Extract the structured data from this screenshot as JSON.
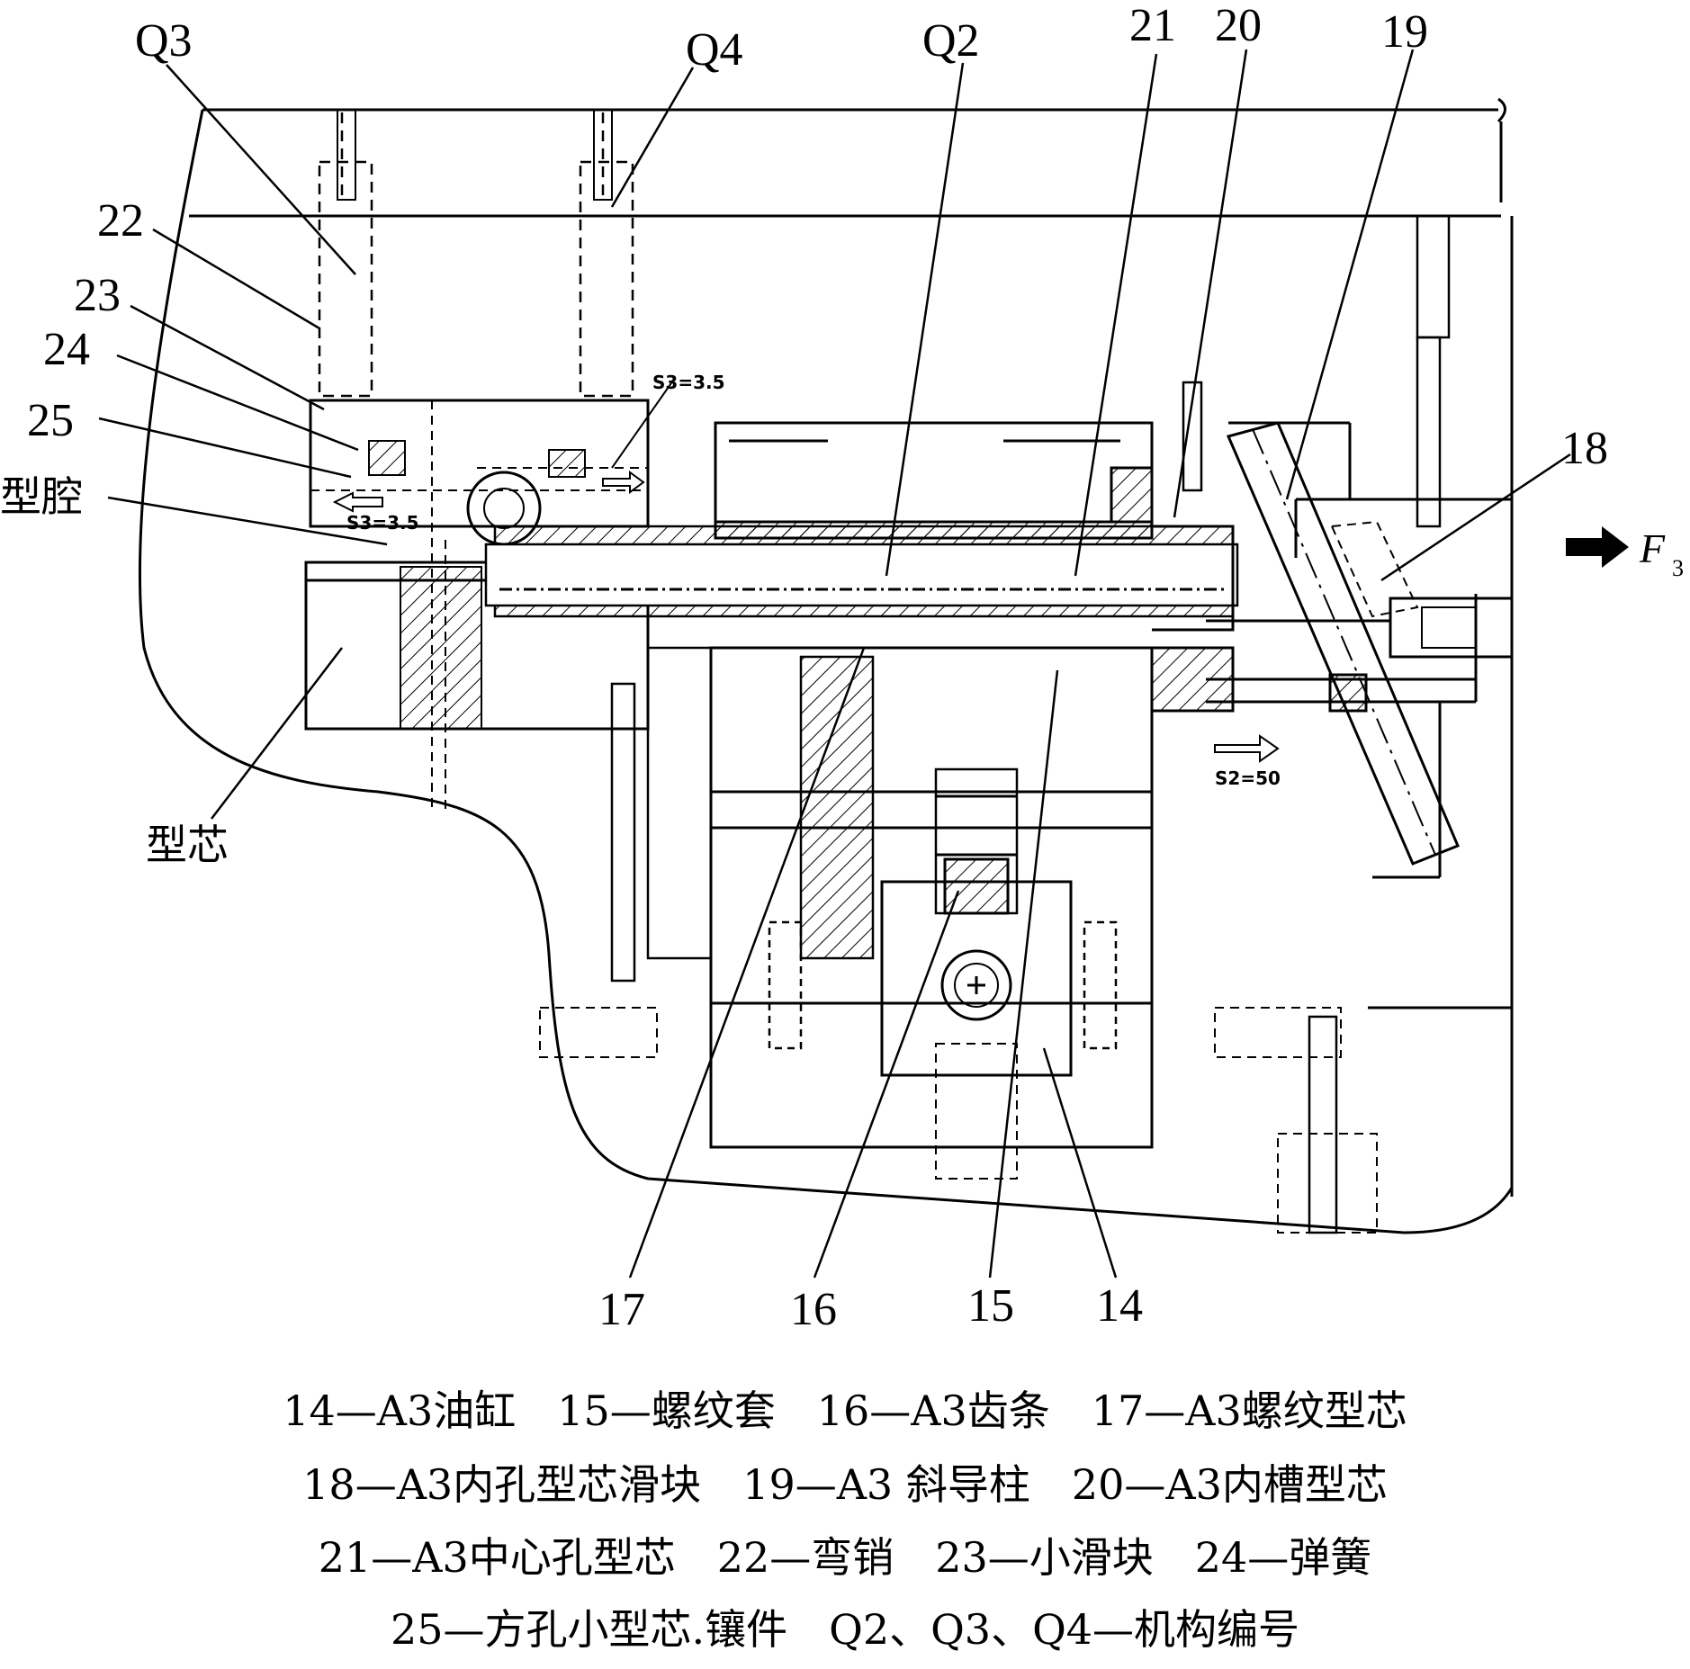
{
  "drawing": {
    "callouts": {
      "q3": "Q3",
      "q4": "Q4",
      "q2": "Q2",
      "n21": "21",
      "n20": "20",
      "n19": "19",
      "n18": "18",
      "n22": "22",
      "n23": "23",
      "n24": "24",
      "n25": "25",
      "n17": "17",
      "n16": "16",
      "n15": "15",
      "n14": "14",
      "cavity": "型腔",
      "core": "型芯"
    },
    "dimension_notes": {
      "s3_top": "S3=3.5",
      "s3_left": "S3=3.5",
      "s2": "S2=50"
    },
    "force_label": "F",
    "force_subscript": "3"
  },
  "legend": [
    "14—A3油缸　15—螺纹套　16—A3齿条　17—A3螺纹型芯",
    "18—A3内孔型芯滑块　19—A3 斜导柱　20—A3内槽型芯",
    "21—A3中心孔型芯　22—弯销　23—小滑块　24—弹簧",
    "25—方孔小型芯.镶件　Q2、Q3、Q4—机构编号"
  ]
}
